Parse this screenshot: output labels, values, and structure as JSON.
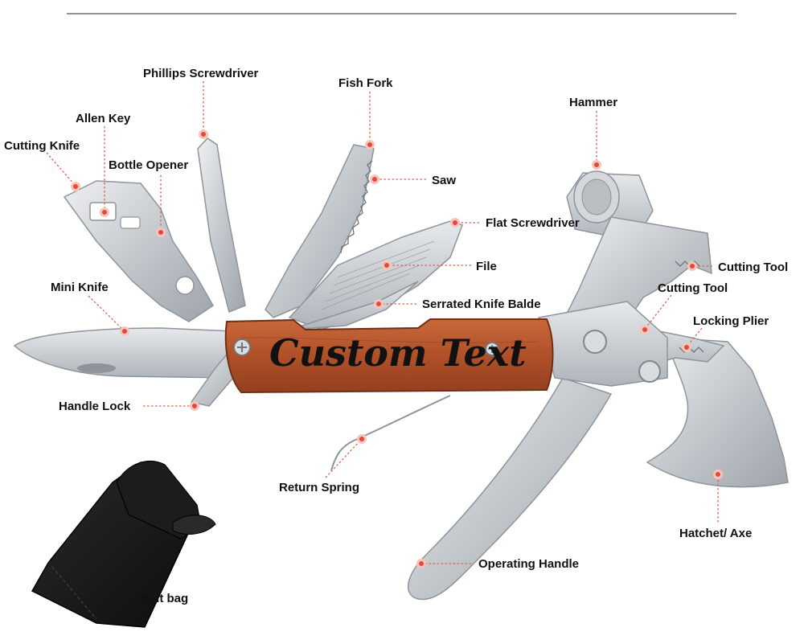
{
  "engraving_text": "Custom Text",
  "labels": {
    "phillips_screwdriver": "Phillips Screwdriver",
    "fish_fork": "Fish Fork",
    "hammer": "Hammer",
    "allen_key": "Allen Key",
    "cutting_knife": "Cutting Knife",
    "bottle_opener": "Bottle Opener",
    "saw": "Saw",
    "flat_screwdriver": "Flat Screwdriver",
    "file": "File",
    "cutting_tool_upper": "Cutting Tool",
    "cutting_tool_lower": "Cutting Tool",
    "mini_knife": "Mini Knife",
    "serrated_knife": "Serrated Knife Balde",
    "locking_plier": "Locking Plier",
    "handle_lock": "Handle Lock",
    "return_spring": "Return Spring",
    "hatchet_axe": "Hatchet/ Axe",
    "operating_handle": "Operating Handle",
    "belt_bag": "Belt bag"
  },
  "colors": {
    "leader": "#e06050",
    "dot": "#e04a3a",
    "wood": "#b5552e",
    "steel": "#c9cdd1",
    "bag": "#141414"
  }
}
